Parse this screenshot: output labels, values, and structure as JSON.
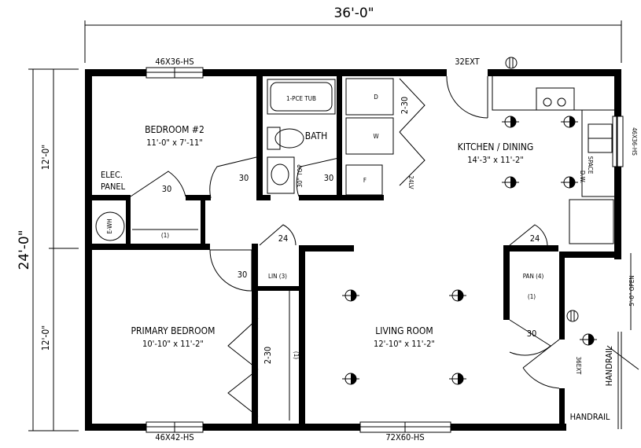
{
  "dimensions": {
    "overall_width": "36'-0\"",
    "overall_depth": "24'-0\"",
    "upper_depth": "12'-0\"",
    "lower_depth": "12'-0\"",
    "porch_open": "5'-0\" OPEN"
  },
  "rooms": {
    "bedroom2": {
      "name": "BEDROOM #2",
      "size": "11'-0\" x 7'-11\""
    },
    "bath": {
      "name": "BATH"
    },
    "kitchen": {
      "name": "KITCHEN / DINING",
      "size": "14'-3\" x 11'-2\""
    },
    "primary": {
      "name": "PRIMARY BEDROOM",
      "size": "10'-10\" x 11'-2\""
    },
    "living": {
      "name": "LIVING ROOM",
      "size": "12'-10\" x 11'-2\""
    }
  },
  "windows": {
    "bed2_top": "46X36-HS",
    "kitchen_right": "46X36-HS",
    "primary_bottom": "46X42-HS",
    "living_bottom": "72X60-HS"
  },
  "doors": {
    "entry_top": "32EXT",
    "entry_right": "36EXT",
    "bed2": "30",
    "bath_left": "30",
    "bath_right": "30",
    "elec_closet": "30",
    "hall_closet": "30",
    "lin_door": "24",
    "pan_door": "24",
    "pantry_lower": "30",
    "closet_bypass_top": "2-30",
    "closet_bypass_primary": "2-30"
  },
  "fixtures": {
    "tub": "1-PCE TUB",
    "top": "30\" TOP",
    "dryer": "D",
    "washer": "W",
    "furnace": "F",
    "water_heater": "E-WH",
    "elec_panel_1": "ELEC.",
    "elec_panel_2": "PANEL",
    "dw_space_1": "D.W.",
    "dw_space_2": "SPACE",
    "outlet_24lv": "24LV",
    "lin": "LIN (3)",
    "pan": "PAN (4)",
    "shelf": "(1)"
  },
  "handrail": "HANDRAIL"
}
